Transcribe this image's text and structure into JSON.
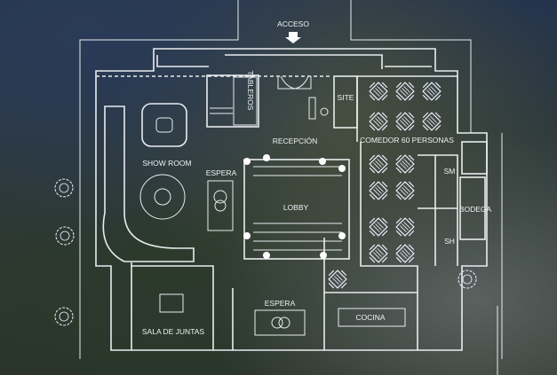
{
  "plan": {
    "access_label": "ACCESO",
    "rooms": {
      "tableros": "TABLEROS",
      "site": "SITE",
      "recepcion": "RECEPCIÓN",
      "comedor": "COMEDOR 60 PERSONAS",
      "show_room": "SHOW ROOM",
      "espera_1": "ESPERA",
      "lobby": "LOBBY",
      "sm": "SM",
      "bodega": "BODEGA",
      "sh": "SH",
      "espera_2": "ESPERA",
      "cocina": "COCINA",
      "sala_juntas": "SALA DE JUNTAS"
    }
  }
}
